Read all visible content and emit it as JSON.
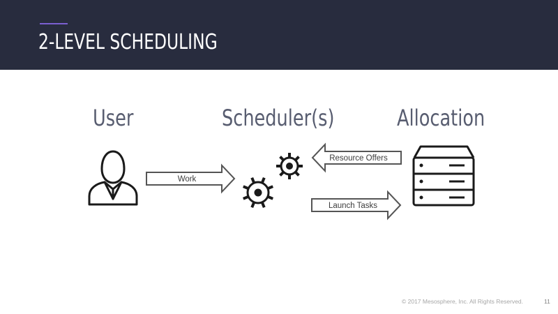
{
  "slide": {
    "title": "2-LEVEL SCHEDULING"
  },
  "columns": {
    "user": "User",
    "scheduler": "Scheduler(s)",
    "allocation": "Allocation"
  },
  "arrows": {
    "work": "Work",
    "resource_offers": "Resource Offers",
    "launch_tasks": "Launch Tasks"
  },
  "footer": {
    "copyright": "© 2017 Mesosphere, Inc. All Rights Reserved.",
    "page_number": "11"
  },
  "colors": {
    "header_bg": "#282c3e",
    "accent": "#7b5fd0",
    "label_text": "#585d70"
  },
  "icons": [
    "user-icon",
    "gears-icon",
    "server-icon"
  ]
}
